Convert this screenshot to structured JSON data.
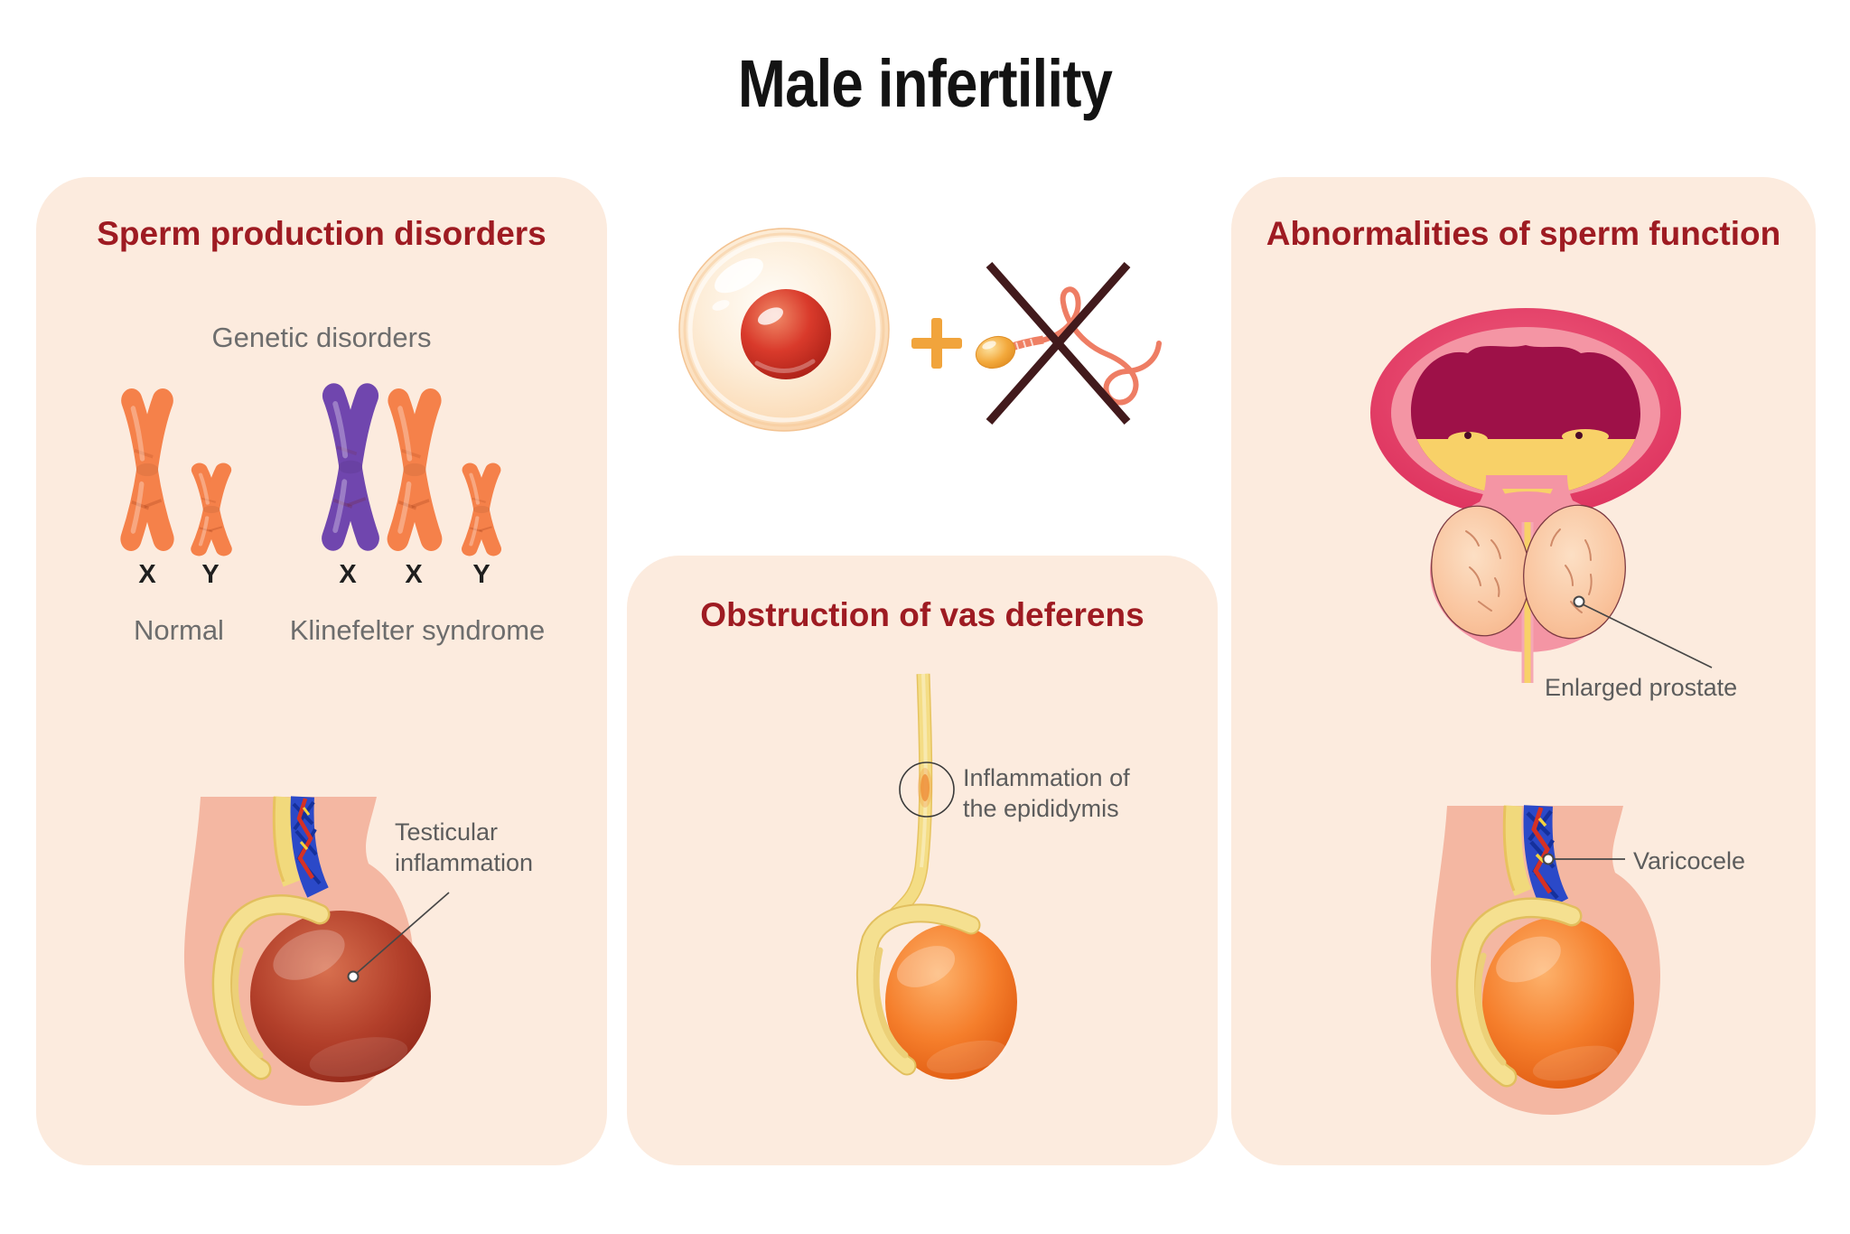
{
  "title": "Male infertility",
  "colors": {
    "panel_bg": "#fcebde",
    "heading_red": "#9e1b22",
    "label_gray": "#6d6d6d",
    "annotation_gray": "#5c5c5c",
    "chromosome_orange": "#f5814a",
    "chromosome_purple": "#7046ae",
    "cross_dark": "#421a1c",
    "plus_orange": "#f1a43c",
    "egg_nucleus_red": "#da3a2b",
    "scrotum_pink": "#f4b7a2",
    "testis_inflamed_red": "#b23f2a",
    "testis_orange": "#f57e2b",
    "epididymis_yellow": "#f5e090",
    "vein_blue": "#2b49c8",
    "bladder_crimson": "#da2a58",
    "bladder_interior_maroon": "#9e1148",
    "urine_yellow": "#f8d168",
    "prostate_peach": "#f9c29b"
  },
  "panels": {
    "sperm_production_disorders": {
      "title": "Sperm production disorders",
      "subtitle": "Genetic disorders",
      "groups": [
        {
          "name": "Normal",
          "karyotype": [
            "X",
            "Y"
          ]
        },
        {
          "name": "Klinefelter syndrome",
          "karyotype": [
            "X",
            "X",
            "Y"
          ]
        }
      ],
      "annotation": "Testicular inflammation"
    },
    "obstruction_vas_deferens": {
      "title": "Obstruction of vas deferens",
      "annotation": "Inflammation of the epididymis"
    },
    "abnormalities_sperm_function": {
      "title": "Abnormalities of sperm function",
      "annotations": {
        "prostate": "Enlarged prostate",
        "varicocele": "Varicocele"
      }
    }
  }
}
